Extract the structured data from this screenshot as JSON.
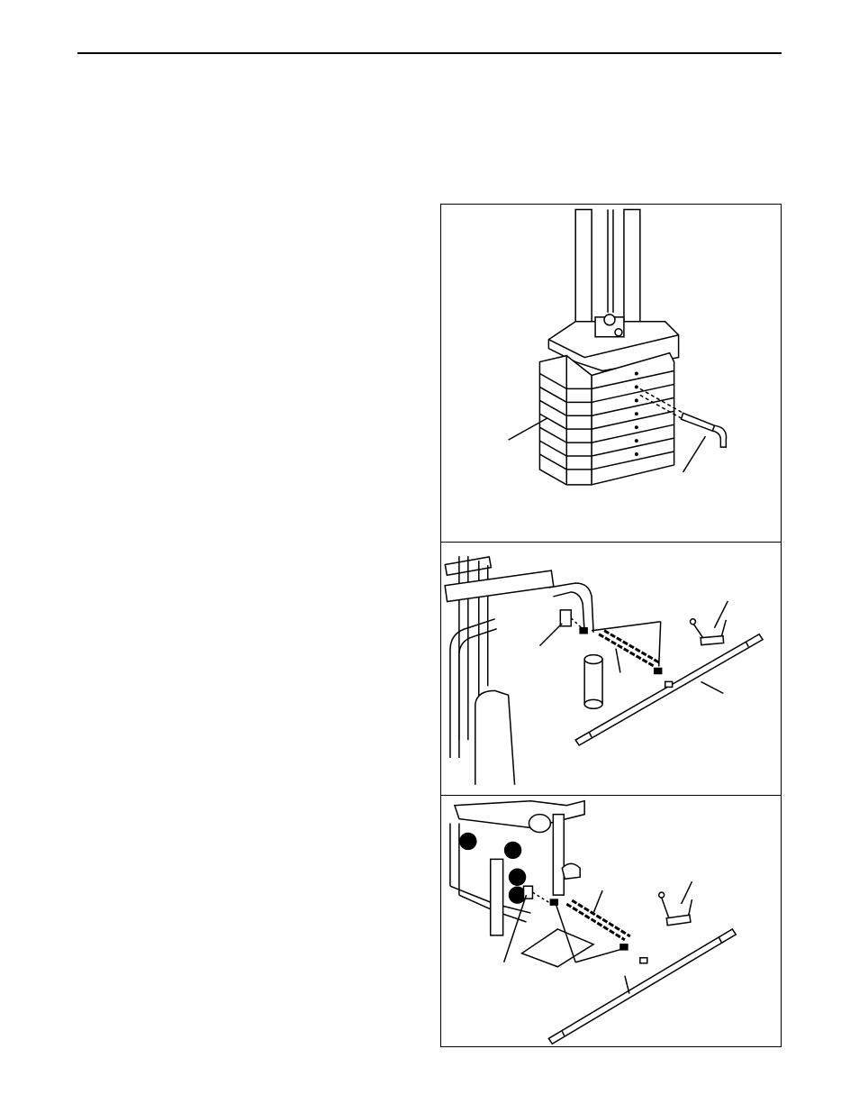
{
  "page": {
    "rule": "top-rule",
    "figure": {
      "panels": [
        {
          "id": "weight-stack",
          "parts": [
            "weight-plates",
            "weight-pin"
          ]
        },
        {
          "id": "high-pulley",
          "parts": [
            "cable-end",
            "chain",
            "clips",
            "handle",
            "lat-bar"
          ]
        },
        {
          "id": "low-pulley",
          "parts": [
            "cable-end",
            "chain",
            "clips",
            "handle",
            "lat-bar"
          ]
        }
      ]
    }
  }
}
